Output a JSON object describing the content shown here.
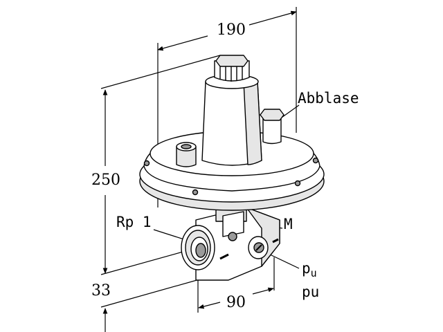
{
  "dimensions": {
    "width_top": "190",
    "height_left": "250",
    "bottom_offset": "33",
    "width_bottom": "90"
  },
  "labels": {
    "abblase": "Abblase",
    "rp1": "Rp 1",
    "m": "M",
    "pu_main": "p",
    "pu_sub": "u",
    "pu_plain": "pu"
  },
  "colors": {
    "line": "#000000",
    "body_fill": "#ffffff",
    "shade": "#e6e6e6",
    "dark": "#9a9a9a"
  }
}
